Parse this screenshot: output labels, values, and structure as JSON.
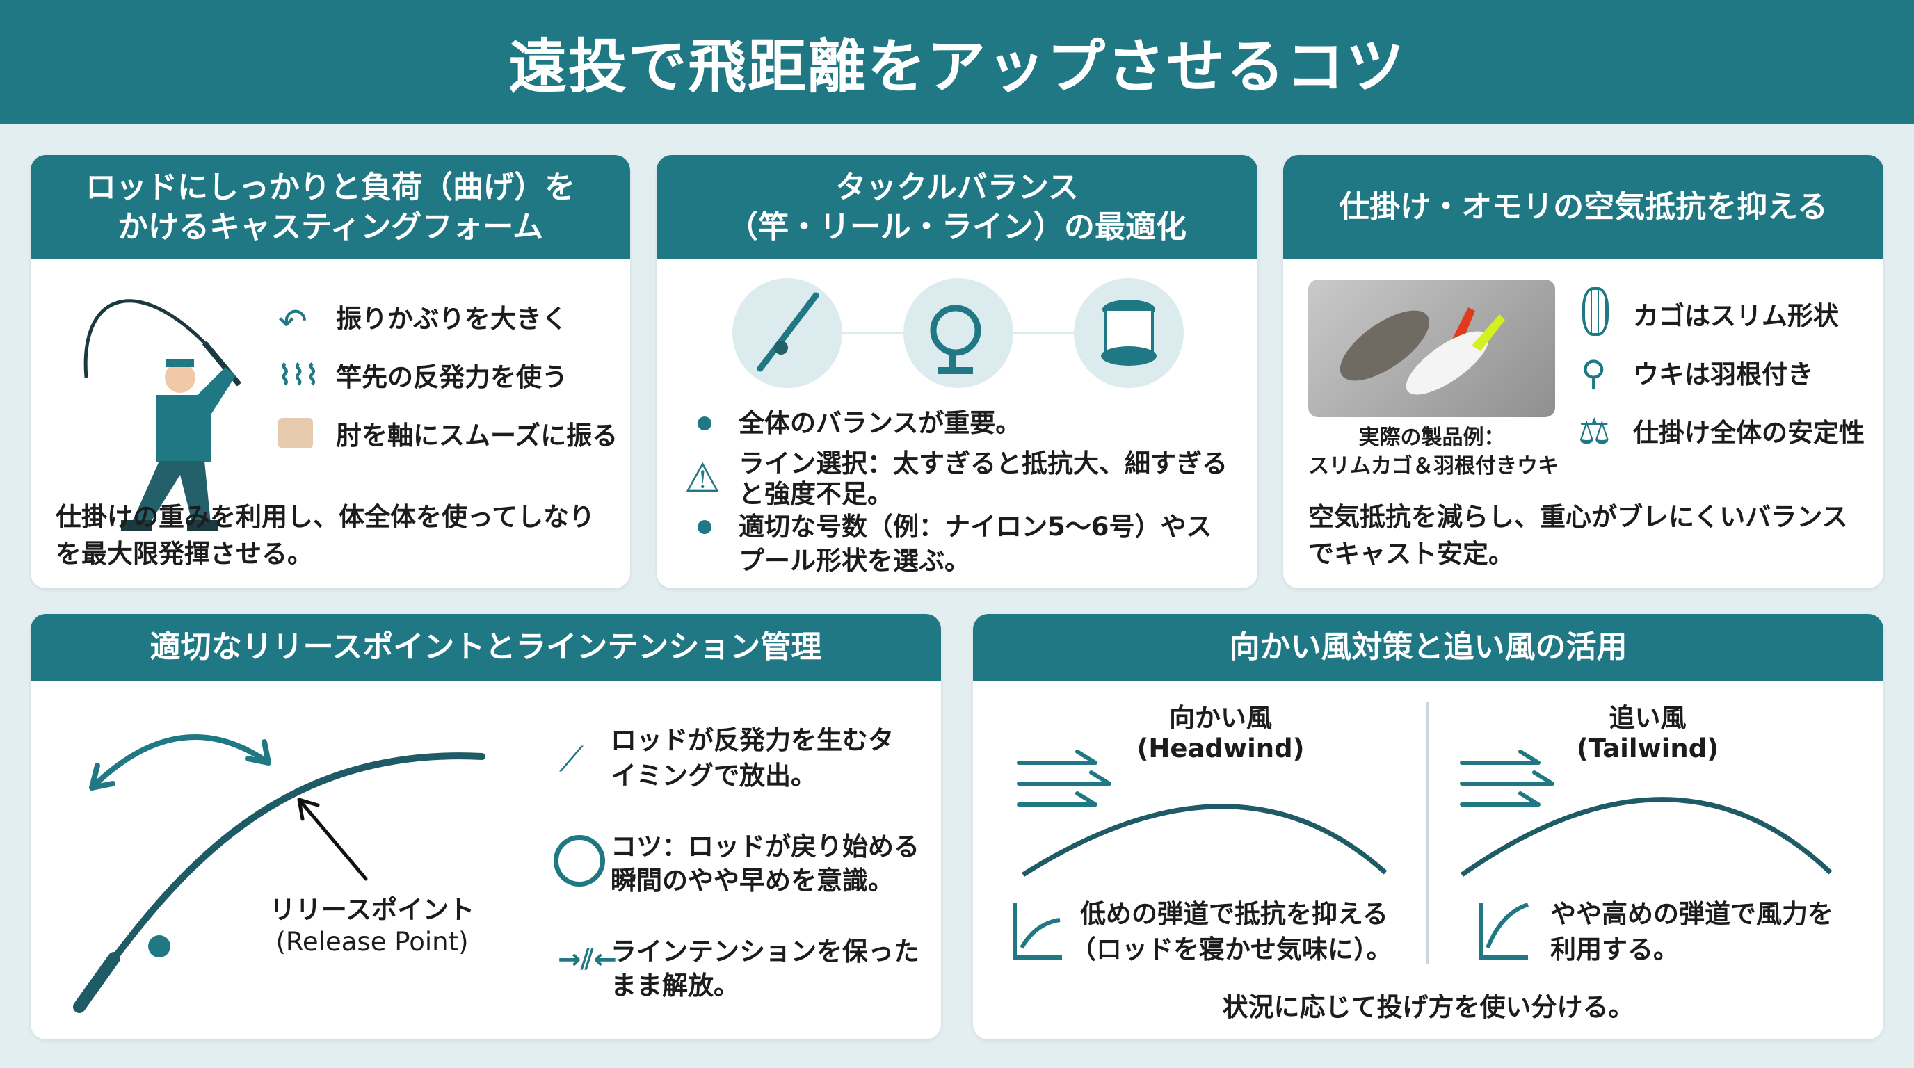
{
  "title": "遠投で飛距離をアップさせるコツ",
  "cards": {
    "form": {
      "title_1": "ロッドにしっかりと負荷（曲げ）を",
      "title_2": "かけるキャスティングフォーム",
      "items": [
        "振りかぶりを大きく",
        "竿先の反発力を使う",
        "肘を軸にスムーズに振る"
      ],
      "desc_1": "仕掛けの重みを利用し、体全体を使ってしなり",
      "desc_2": "を最大限発揮させる。"
    },
    "tackle": {
      "title_1": "タックルバランス",
      "title_2": "（竿・リール・ライン）の最適化",
      "bullets": [
        {
          "l1": "全体のバランスが重要。"
        },
        {
          "l1": "ライン選択：太すぎると抵抗大、細すぎる",
          "l2": "と強度不足。"
        },
        {
          "l1": "適切な号数（例：ナイロン5〜6号）やス",
          "l2": "プール形状を選ぶ。"
        }
      ]
    },
    "rig": {
      "title": "仕掛け・オモリの空気抵抗を抑える",
      "caption_1": "実際の製品例：",
      "caption_2": "スリムカゴ＆羽根付きウキ",
      "items": [
        "カゴはスリム形状",
        "ウキは羽根付き",
        "仕掛け全体の安定性"
      ],
      "desc_1": "空気抵抗を減らし、重心がブレにくいバランス",
      "desc_2": "でキャスト安定。"
    },
    "release": {
      "title": "適切なリリースポイントとラインテンション管理",
      "label_1": "リリースポイント",
      "label_2": "(Release Point)",
      "items": [
        {
          "l1": "ロッドが反発力を生むタ",
          "l2": "イミングで放出。"
        },
        {
          "l1": "コツ：ロッドが戻り始める",
          "l2": "瞬間のやや早めを意識。"
        },
        {
          "l1": "ラインテンションを保った",
          "l2": "まま解放。"
        }
      ]
    },
    "wind": {
      "title": "向かい風対策と追い風の活用",
      "head": {
        "title_1": "向かい風",
        "title_2": "(Headwind)",
        "desc_1": "低めの弾道で抵抗を抑える",
        "desc_2": "（ロッドを寝かせ気味に）。"
      },
      "tail": {
        "title_1": "追い風",
        "title_2": "(Tailwind)",
        "desc_1": "やや高めの弾道で風力を",
        "desc_2": "利用する。"
      },
      "footer": "状況に応じて投げ方を使い分ける。"
    }
  },
  "colors": {
    "teal": "#1f7883",
    "bg": "#e3eef0"
  }
}
